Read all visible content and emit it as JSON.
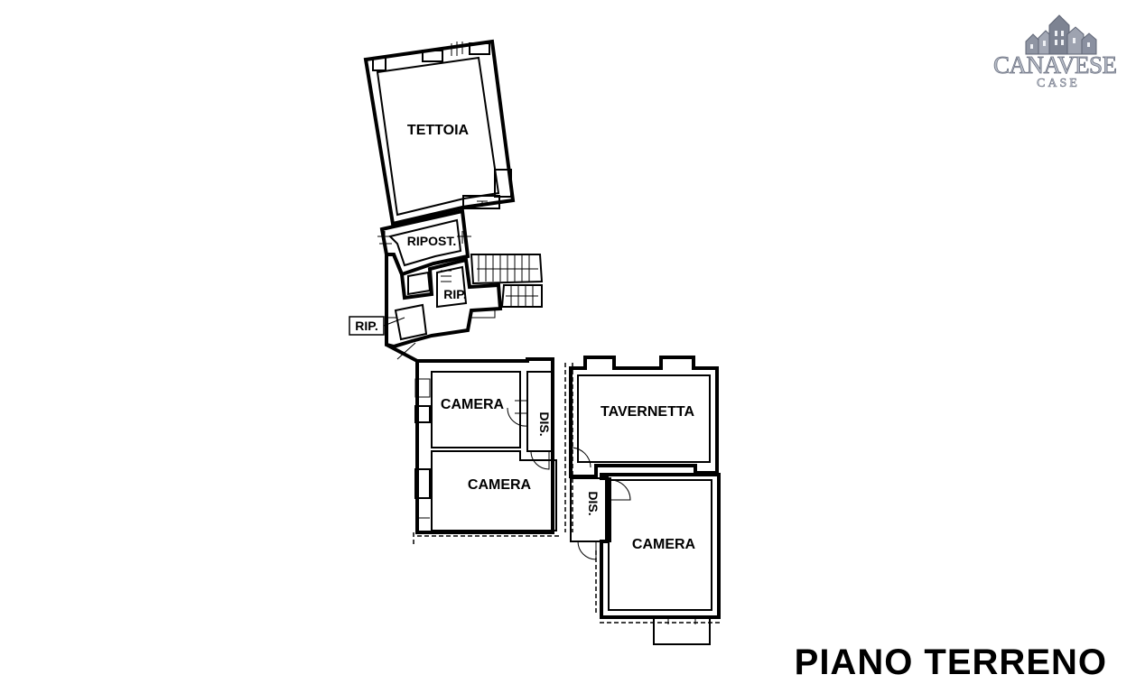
{
  "logo": {
    "name": "CANAVESE",
    "sub": "CASE"
  },
  "floor_title": "PIANO TERRENO",
  "rooms": [
    "TETTOIA",
    "RIPOST.",
    "RIP.",
    "RIP.",
    "CAMERA",
    "DIS.",
    "TAVERNETTA",
    "CAMERA",
    "DIS.",
    "CAMERA"
  ],
  "colors": {
    "line": "#000000",
    "logo_fill": "#b7bcc7",
    "logo_stroke": "#6c7282"
  }
}
